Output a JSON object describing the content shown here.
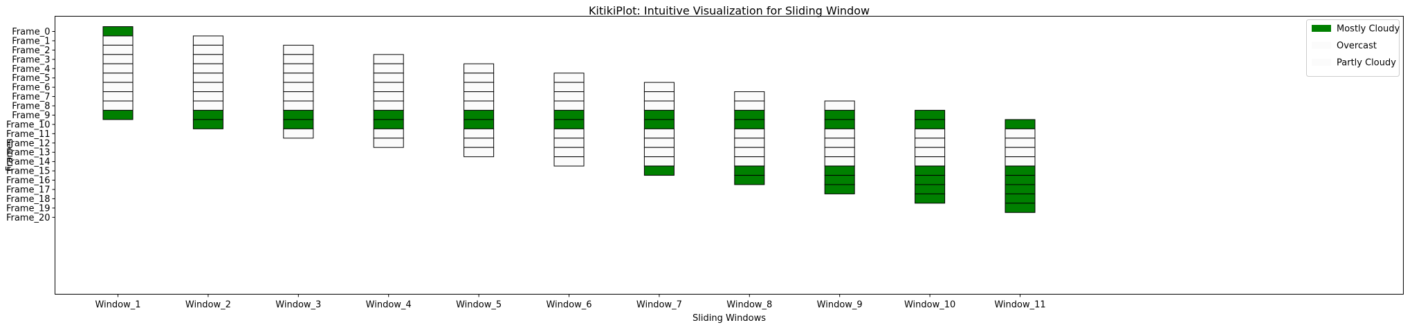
{
  "chart_data": {
    "type": "bar",
    "title": "KitikiPlot: Intuitive Visualization for Sliding Window",
    "xlabel": "Sliding Windows",
    "ylabel": "Frames",
    "categories": [
      "Window_1",
      "Window_2",
      "Window_3",
      "Window_4",
      "Window_5",
      "Window_6",
      "Window_7",
      "Window_8",
      "Window_9",
      "Window_10",
      "Window_11"
    ],
    "frames": [
      "Frame_0",
      "Frame_1",
      "Frame_2",
      "Frame_3",
      "Frame_4",
      "Frame_5",
      "Frame_6",
      "Frame_7",
      "Frame_8",
      "Frame_9",
      "Frame_10",
      "Frame_11",
      "Frame_12",
      "Frame_13",
      "Frame_14",
      "Frame_15",
      "Frame_16",
      "Frame_17",
      "Frame_18",
      "Frame_19",
      "Frame_20"
    ],
    "legend": {
      "placement": "top-right",
      "entries": [
        {
          "label": "Mostly Cloudy",
          "color": "#008000"
        },
        {
          "label": "Overcast",
          "color": "#fbfbfb"
        },
        {
          "label": "Partly Cloudy",
          "color": "#fbfbfb"
        }
      ]
    },
    "colors": {
      "Mostly Cloudy": "#008000",
      "Overcast": "#fbfbfb",
      "Partly Cloudy": "#fbfbfb"
    },
    "sequence": [
      "Mostly Cloudy",
      "Overcast",
      "Overcast",
      "Overcast",
      "Overcast",
      "Overcast",
      "Overcast",
      "Overcast",
      "Overcast",
      "Mostly Cloudy",
      "Mostly Cloudy",
      "Overcast",
      "Overcast",
      "Overcast",
      "Overcast",
      "Mostly Cloudy",
      "Mostly Cloudy",
      "Mostly Cloudy",
      "Mostly Cloudy",
      "Mostly Cloudy"
    ],
    "window_length": 10,
    "stride": 1
  }
}
